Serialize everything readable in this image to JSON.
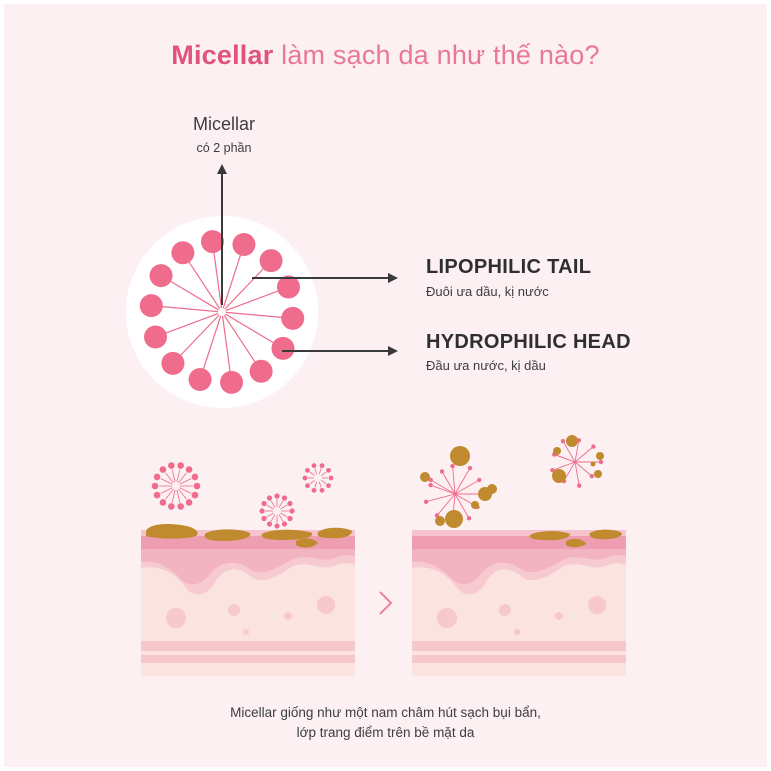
{
  "title": {
    "bold": "Micellar",
    "rest": " làm sạch da như thế nào?"
  },
  "micellar": {
    "label": "Micellar",
    "sub": "có 2 phần"
  },
  "parts": {
    "tail": {
      "title": "LIPOPHILIC TAIL",
      "desc": "Đuôi ưa dầu, kị nước"
    },
    "head": {
      "title": "HYDROPHILIC HEAD",
      "desc": "Đầu ưa nước, kị dầu"
    }
  },
  "caption": {
    "line1": "Micellar giống như một nam châm hút sạch bụi bẩn,",
    "line2": "lớp trang điểm trên bề mặt da"
  },
  "colors": {
    "background": "#fcf0f2",
    "accent": "#e8779a",
    "micelle_head": "#ef6c8c",
    "dirt": "#c08a2e",
    "skin_top": "#efa6b6",
    "skin_mid": "#f7c9d0",
    "skin_base": "#fbe3df"
  },
  "icons": {
    "arrow": "arrow-icon",
    "step": "chevron-right-icon"
  }
}
